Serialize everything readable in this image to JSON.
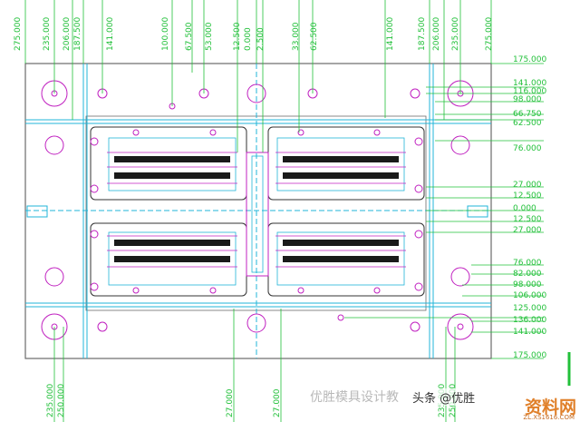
{
  "drawing": {
    "top_dims": [
      "275.000",
      "235.000",
      "206.000",
      "187.500",
      "141.000",
      "100.000",
      "67.500",
      "53.000",
      "12.500",
      "0.000",
      "2.500",
      "33.000",
      "62.500",
      "141.000",
      "187.500",
      "206.000",
      "235.000",
      "275.000"
    ],
    "right_dims_upper": [
      "175.000",
      "141.000",
      "116.000",
      "98.000",
      "66.750",
      "62.500",
      "76.000"
    ],
    "right_dims_mid": [
      "27.000",
      "12.500",
      "0.000",
      "12.500",
      "27.000"
    ],
    "right_dims_lower": [
      "76.000",
      "82.000",
      "98.000",
      "106.000",
      "125.000",
      "136.000",
      "141.000",
      "175.000"
    ],
    "bottom_dims": [
      "235.000",
      "250.000",
      "27.000",
      "27.000",
      "235.000",
      "250.000"
    ]
  },
  "watermarks": {
    "channel": "优胜模具设计教",
    "source": "头条 @优胜",
    "site_logo": "资料网",
    "site_url": "ZL.XS1616.COM"
  },
  "colors": {
    "plate": "#6b6b6b",
    "dimension": "#22c03a",
    "feature": "#c020c0",
    "cooling": "#21b5d8",
    "cavity": "#1a1a1a"
  }
}
